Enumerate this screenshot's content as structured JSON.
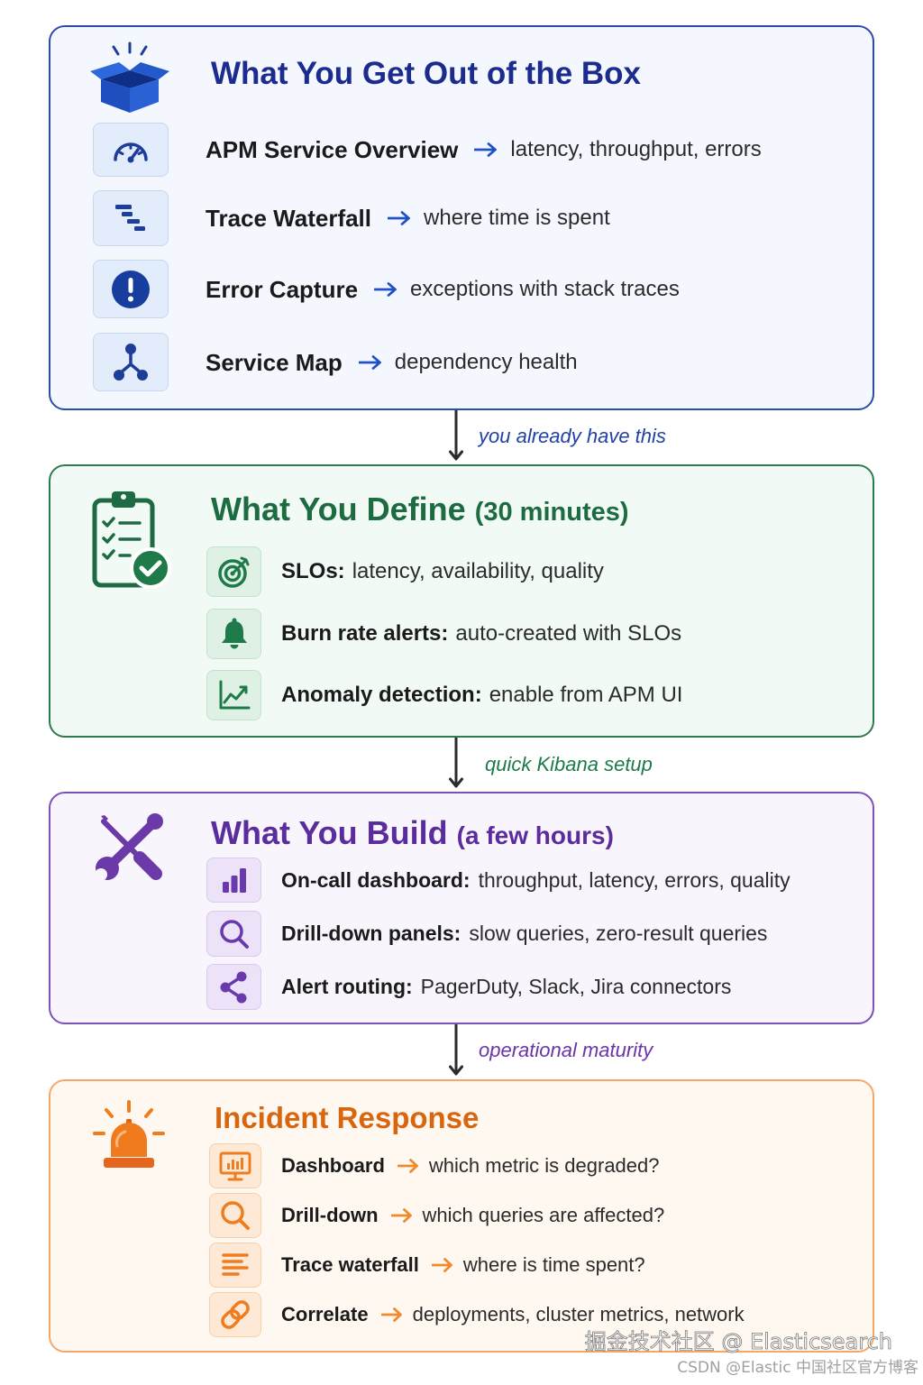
{
  "get": {
    "title": "What You Get Out of the Box",
    "title_color": "#1c2b8e",
    "border_color": "#2b4cab",
    "fill_color": "#f4f8fe",
    "main_icon": "open-box-icon",
    "items": [
      {
        "icon": "gauge-icon",
        "label": "APM Service Overview",
        "desc": "latency, throughput, errors"
      },
      {
        "icon": "waterfall-icon",
        "label": "Trace Waterfall",
        "desc": "where time is spent"
      },
      {
        "icon": "exclamation-circle-icon",
        "label": "Error Capture",
        "desc": "exceptions with stack traces"
      },
      {
        "icon": "service-map-icon",
        "label": "Service Map",
        "desc": "dependency health"
      }
    ]
  },
  "connector_1": {
    "label": "you already have this",
    "color": "#2142a4"
  },
  "define": {
    "title": "What You Define",
    "note": "(30 minutes)",
    "title_color": "#1d6b40",
    "border_color": "#2e7b4d",
    "fill_color": "#f1faf4",
    "main_icon": "clipboard-check-icon",
    "items": [
      {
        "icon": "target-icon",
        "label": "SLOs:",
        "desc": "latency, availability, quality"
      },
      {
        "icon": "bell-icon",
        "label": "Burn rate alerts:",
        "desc": "auto-created with SLOs"
      },
      {
        "icon": "line-chart-icon",
        "label": "Anomaly detection:",
        "desc": "enable from APM UI"
      }
    ]
  },
  "connector_2": {
    "label": "quick Kibana setup",
    "color": "#1e7a48"
  },
  "build": {
    "title": "What You Build",
    "note": "(a few hours)",
    "title_color": "#5b2c9d",
    "border_color": "#7c52b8",
    "fill_color": "#f9f5fd",
    "main_icon": "tools-icon",
    "items": [
      {
        "icon": "bar-chart-icon",
        "label": "On-call dashboard:",
        "desc": "throughput, latency, errors, quality"
      },
      {
        "icon": "search-icon",
        "label": "Drill-down panels:",
        "desc": "slow queries, zero-result queries"
      },
      {
        "icon": "share-icon",
        "label": "Alert routing:",
        "desc": "PagerDuty, Slack, Jira connectors"
      }
    ]
  },
  "connector_3": {
    "label": "operational maturity",
    "color": "#6a35aa"
  },
  "incident": {
    "title": "Incident Response",
    "title_color": "#d9660f",
    "border_color": "#f3a869",
    "fill_color": "#fff8f1",
    "main_icon": "siren-icon",
    "items": [
      {
        "icon": "monitor-chart-icon",
        "label": "Dashboard",
        "desc": "which metric is degraded?"
      },
      {
        "icon": "search-icon",
        "label": "Drill-down",
        "desc": "which queries are affected?"
      },
      {
        "icon": "text-lines-icon",
        "label": "Trace waterfall",
        "desc": "where is time spent?"
      },
      {
        "icon": "link-icon",
        "label": "Correlate",
        "desc": "deployments, cluster metrics, network"
      }
    ]
  },
  "watermark": {
    "line1": "掘金技术社区 @ Elasticsearch",
    "line2": "CSDN @Elastic 中国社区官方博客"
  }
}
